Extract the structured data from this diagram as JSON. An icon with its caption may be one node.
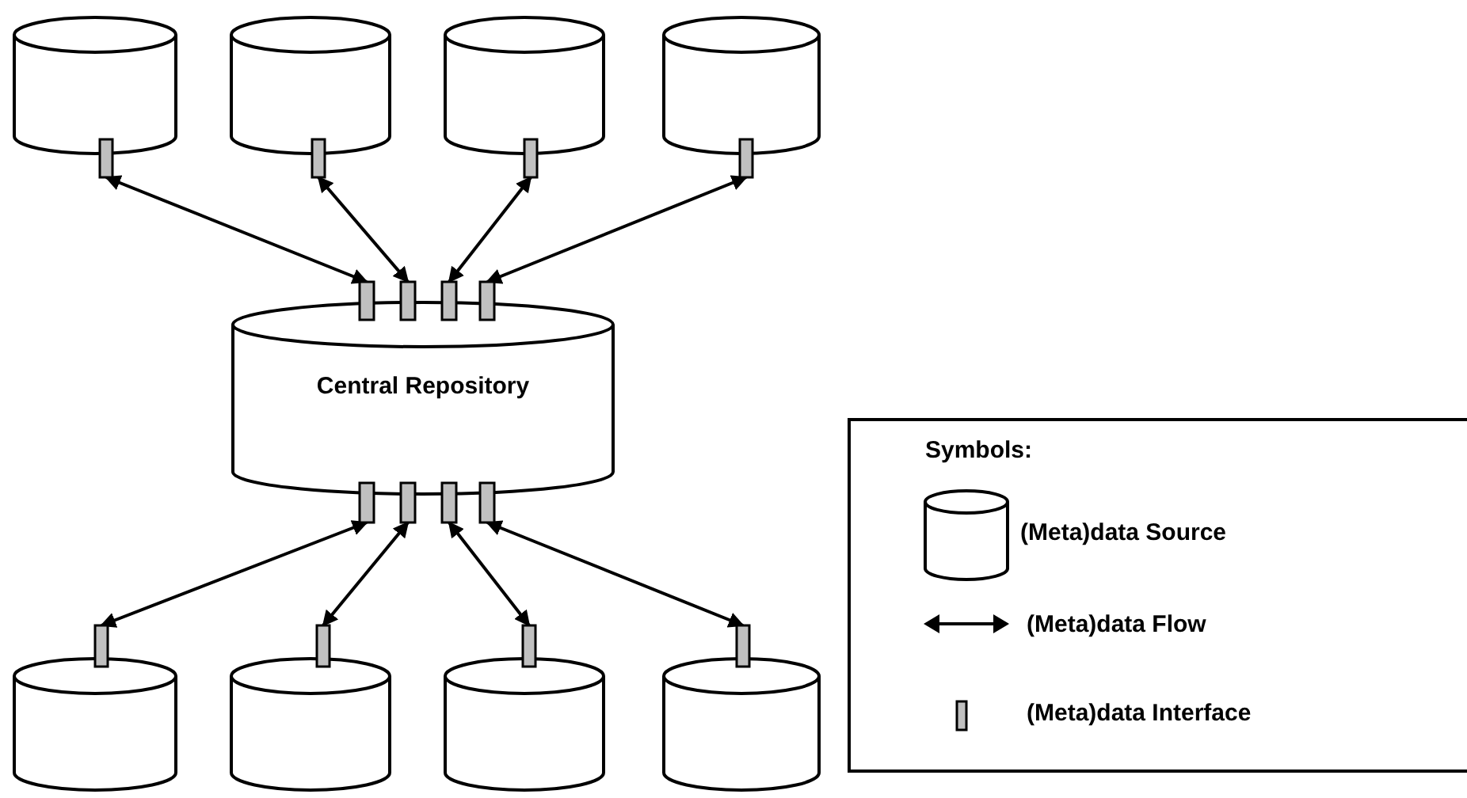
{
  "diagram": {
    "nodes": [
      {
        "text": [],
        "shape": "cylinder"
      },
      {
        "text": [],
        "shape": "cylinder"
      },
      {
        "text": [],
        "shape": "cylinder"
      },
      {
        "text": [],
        "shape": "cylinder"
      },
      {
        "text": [
          "Central Repository"
        ]
      },
      {
        "text": [],
        "shape": "cylinder"
      },
      {
        "text": [],
        "shape": "cylinder"
      },
      {
        "text": [],
        "shape": "cylinder"
      },
      {
        "text": [],
        "shape": "cylinder"
      }
    ],
    "edges": [
      {
        "from": 0,
        "to": 4,
        "arrow": "both"
      },
      {
        "from": 1,
        "to": 4,
        "arrow": "both"
      },
      {
        "from": 2,
        "to": 4,
        "arrow": "both"
      },
      {
        "from": 3,
        "to": 4,
        "arrow": "both"
      },
      {
        "from": 5,
        "to": 4,
        "arrow": "both"
      },
      {
        "from": 6,
        "to": 4,
        "arrow": "both"
      },
      {
        "from": 7,
        "to": 4,
        "arrow": "both"
      },
      {
        "from": 8,
        "to": 4,
        "arrow": "both"
      }
    ],
    "labels": [
      "Symbols:"
    ],
    "legend": [
      {
        "text": "(Meta)data Source"
      },
      {
        "text": "(Meta)data Flow"
      },
      {
        "text": "(Meta)data Interface"
      }
    ]
  }
}
